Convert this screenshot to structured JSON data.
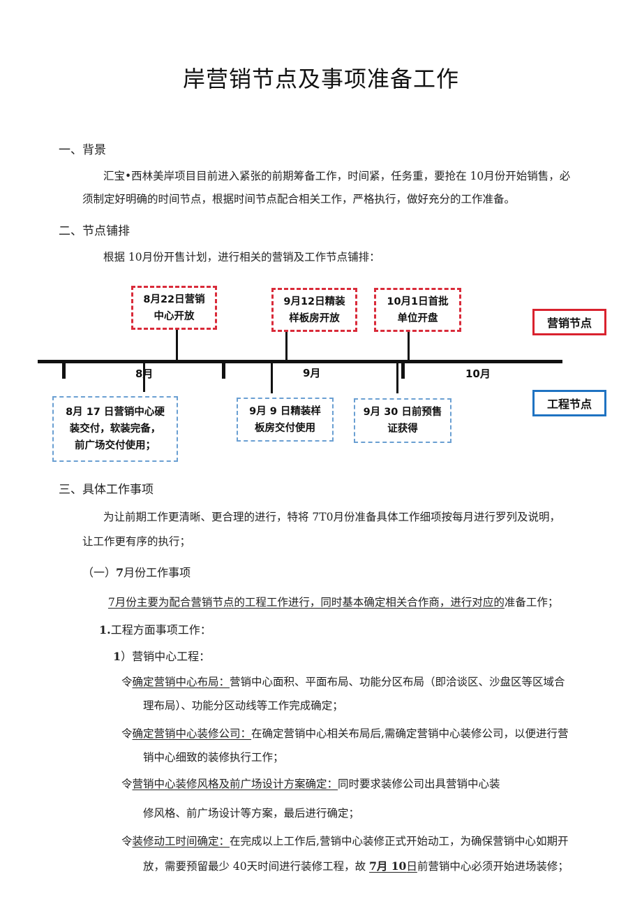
{
  "document": {
    "title": "岸营销节点及事项准备工作",
    "sections": {
      "background": {
        "heading": "一、背景",
        "line1": "汇宝•西林美岸项目目前进入紧张的前期筹备工作，时间紧，任务重，要抢在 10月份开始销售，必",
        "line2": "须制定好明确的时间节点，根据时间节点配合相关工作，严格执行，做好充分的工作准备。"
      },
      "nodes": {
        "heading": "二、节点铺排",
        "intro": "根据 10月份开售计划，进行相关的营销及工作节点铺排："
      },
      "tasks": {
        "heading": "三、具体工作事项",
        "line1": "为让前期工作更清晰、更合理的进行，特将 7T0月份准备具体工作细项按每月进行罗列及说明，",
        "line2": "让工作更有序的执行；",
        "sub1": {
          "prefix": "（一）",
          "bold": "7",
          "rest": "月份工作事项",
          "summary_underlined": "7月份主要为配合营销节点的工程工作进行，同时基本确定相关合作商，进行对应的",
          "summary_rest": "准备工作；",
          "item1": {
            "num": "1.",
            "label": "工程方面事项工作："
          },
          "item1_1": {
            "num": "1",
            "label": "）营销中心工程："
          },
          "bullets": [
            {
              "marker": "令",
              "title": "确定营销中心布局：",
              "line1": "营销中心面积、平面布局、功能分区布局（即洽谈区、沙盘区等区域合",
              "line2": "理布局）、功能分区动线等工作完成确定；"
            },
            {
              "marker": "令",
              "title": "确定营销中心装修公司：",
              "line1": "在确定营销中心相关布局后,需确定营销中心装修公司，以便进行营",
              "line2": "销中心细致的装修执行工作；"
            },
            {
              "marker": "令",
              "title": "营销中心装修风格及前广场设计方案确定：",
              "line1": "同时要求装修公司出具营销中心装",
              "line2": "修风格、前广场设计等方案，最后进行确定；"
            },
            {
              "marker": "令",
              "title": "装修动工时间确定：",
              "line1": "在完成以上工作后,营销中心装修正式开始动工，为确保营销中心如期开",
              "line2_pre": "放，需要预留最少 40天时间进行装修工程，故 ",
              "line2_bold": "7月 10",
              "line2_bold_suffix": "日",
              "line2_post": "前营销中心必须开始进场装修；"
            }
          ]
        }
      }
    }
  },
  "timeline": {
    "months": [
      "8月",
      "9月",
      "10月"
    ],
    "marketing_nodes": [
      {
        "line1": "8月22日营销",
        "line2": "中心开放"
      },
      {
        "line1": "9月12日精装",
        "line2": "样板房开放"
      },
      {
        "line1": "10月1日首批",
        "line2": "单位开盘"
      }
    ],
    "engineering_nodes": [
      {
        "line1": "8月 17 日营销中心硬",
        "line2": "装交付，软装完备，",
        "line3": "前广场交付使用；"
      },
      {
        "line1": "9月 9 日精装样",
        "line2": "板房交付使用"
      },
      {
        "line1": "9月 30 日前预售",
        "line2": "证获得"
      }
    ],
    "legend": {
      "marketing": "营销节点",
      "engineering": "工程节点"
    },
    "colors": {
      "marketing": "#d9222e",
      "engineering": "#1f73c2",
      "axis": "#111111"
    }
  }
}
